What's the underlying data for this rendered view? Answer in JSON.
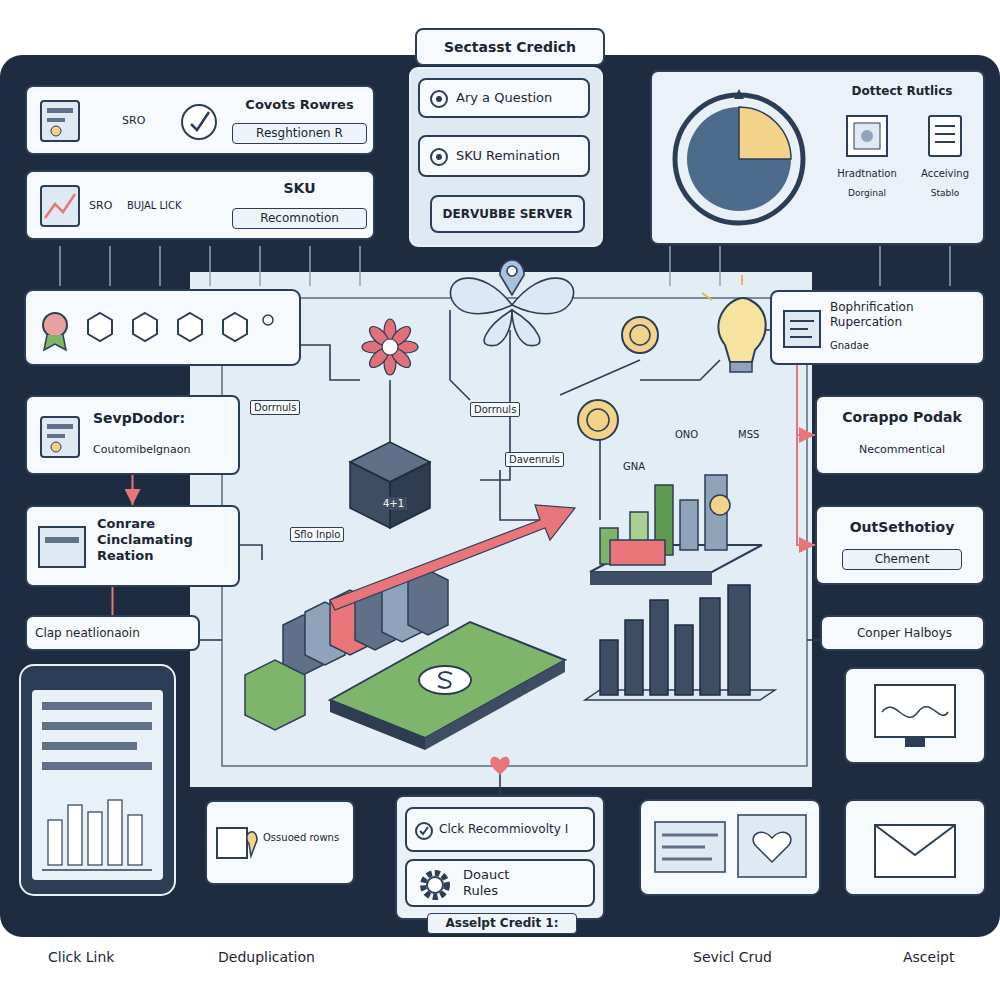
{
  "diagram": {
    "title": "Sectasst Credich",
    "nodes": [
      {
        "text": [
          "SRO",
          "Covots Rowres",
          "Resghtionen R"
        ]
      },
      {
        "text": [
          "SRO",
          "BUJAL LICK",
          "SKU",
          "Recomnotion"
        ]
      },
      {
        "text": [
          "Ary a Question"
        ]
      },
      {
        "text": [
          "SKU Remination"
        ]
      },
      {
        "text": [
          "DERVUBBE SERVER"
        ]
      },
      {
        "text": [
          "Dottect Rutlics"
        ]
      },
      {
        "text": [
          "Hradtnation",
          "Dorginal"
        ],
        "in": 5
      },
      {
        "text": [
          "Acceiving",
          "Stablo"
        ],
        "in": 5
      },
      {
        "text": [
          "Bophrification Rupercation",
          "Gnadae"
        ]
      },
      {
        "text": [
          "SevpDodor:",
          "Coutomibelgnaon"
        ]
      },
      {
        "text": [
          "Conrare Cinclamating Reation"
        ]
      },
      {
        "text": [
          "Clap neatlionaoin"
        ]
      },
      {
        "text": [
          "Corappo Podak",
          "Necommentical"
        ]
      },
      {
        "text": [
          "OutSethotioy",
          "Chement"
        ]
      },
      {
        "text": [
          "Conper Halboys"
        ]
      },
      {
        "text": [
          "Ossuoed rowns"
        ]
      },
      {
        "text": [
          "Asselpt Credit 1:"
        ]
      },
      {
        "text": [
          "Clck Recommiovolty I"
        ],
        "in": 16
      },
      {
        "text": [
          "Doauct Rules"
        ],
        "in": 16
      }
    ],
    "edges": [
      {
        "from": 9,
        "to": 10,
        "arrow": "to"
      },
      {
        "from": 10,
        "to": 11,
        "arrow": "none"
      },
      {
        "from": 8,
        "to": 12,
        "arrow": "to"
      },
      {
        "from": 8,
        "to": 13,
        "arrow": "to"
      }
    ],
    "labels": [
      "Dorrnuls",
      "Dorrnuls",
      "Davenruls",
      "Sflo Inplo",
      "4+1",
      "GNA",
      "ONO",
      "MSS",
      "Click Link",
      "Deduplication",
      "Sevicl Crud",
      "Asceipt"
    ]
  }
}
